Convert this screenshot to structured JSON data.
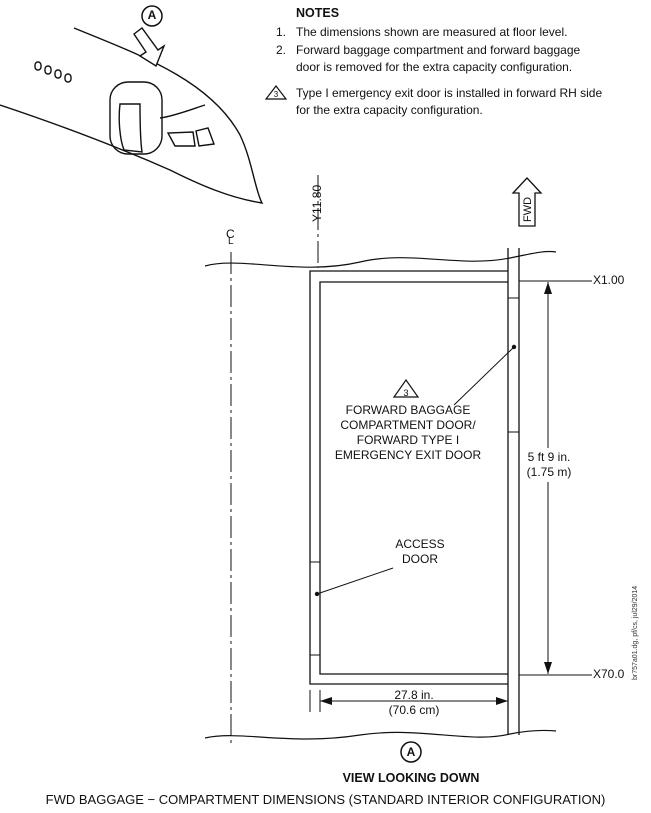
{
  "notes": {
    "title": "NOTES",
    "items": [
      {
        "num": "1.",
        "text": "The dimensions shown are measured at floor level."
      },
      {
        "num": "2.",
        "text_line1": "Forward baggage compartment and forward baggage",
        "text_line2": "door is removed for the extra capacity configuration."
      },
      {
        "num": "3",
        "text_line1": "Type I emergency exit door is installed in forward RH side",
        "text_line2": "for the extra capacity configuration."
      }
    ]
  },
  "view_marker": "A",
  "section_label": "A",
  "station_y": "Y11.80",
  "centerline": "C",
  "centerline_sub": "L",
  "fwd_arrow": "FWD",
  "station_top": "X1.00",
  "station_bottom": "X70.0",
  "door_callout": {
    "flag": "3",
    "line1": "FORWARD BAGGAGE",
    "line2": "COMPARTMENT DOOR/",
    "line3": "FORWARD TYPE I",
    "line4": "EMERGENCY EXIT DOOR"
  },
  "access_callout": {
    "line1": "ACCESS",
    "line2": "DOOR"
  },
  "length_dim": {
    "line1": "5 ft 9 in.",
    "line2": "(1.75 m)"
  },
  "width_dim": {
    "line1": "27.8 in.",
    "line2": "(70.6 cm)"
  },
  "view_title": "VIEW LOOKING DOWN",
  "caption": "FWD BAGGAGE − COMPARTMENT DIMENSIONS (STANDARD INTERIOR CONFIGURATION)",
  "drawing_ref": "br757a01.dg, pf/cs, jul29/2014"
}
